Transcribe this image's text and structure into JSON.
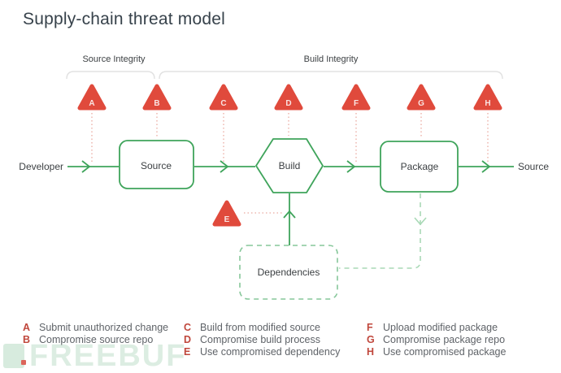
{
  "title": "Supply-chain threat model",
  "integrity_brackets": {
    "source_label": "Source Integrity",
    "build_label": "Build Integrity"
  },
  "flow": {
    "developer": "Developer",
    "source_node": "Source",
    "build_node": "Build",
    "package_node": "Package",
    "consumer": "Source",
    "dependencies_node": "Dependencies"
  },
  "threat_markers": [
    {
      "letter": "A"
    },
    {
      "letter": "B"
    },
    {
      "letter": "C"
    },
    {
      "letter": "D"
    },
    {
      "letter": "E"
    },
    {
      "letter": "F"
    },
    {
      "letter": "G"
    },
    {
      "letter": "H"
    }
  ],
  "legend": {
    "columns": [
      {
        "items": [
          {
            "letter": "A",
            "text": "Submit unauthorized change"
          },
          {
            "letter": "B",
            "text": "Compromise source repo"
          }
        ]
      },
      {
        "items": [
          {
            "letter": "C",
            "text": "Build from modified source"
          },
          {
            "letter": "D",
            "text": "Compromise build process"
          },
          {
            "letter": "E",
            "text": "Use compromised dependency"
          }
        ]
      },
      {
        "items": [
          {
            "letter": "F",
            "text": "Upload modified package"
          },
          {
            "letter": "G",
            "text": "Compromise package repo"
          },
          {
            "letter": "H",
            "text": "Use compromised package"
          }
        ]
      }
    ]
  },
  "watermark": "FREEBUF",
  "colors": {
    "flow_green": "#3fa45b",
    "dashed_green_light": "#a9d9b6",
    "dashed_green_box": "#86c79a",
    "threat_red": "#e04a3c",
    "threat_red_dotted": "#eaaaa1",
    "legend_letter_red": "#c0473c",
    "text_dark": "#3c4043",
    "text_gray": "#5f6368",
    "bracket_gray": "#e2e2e2"
  }
}
